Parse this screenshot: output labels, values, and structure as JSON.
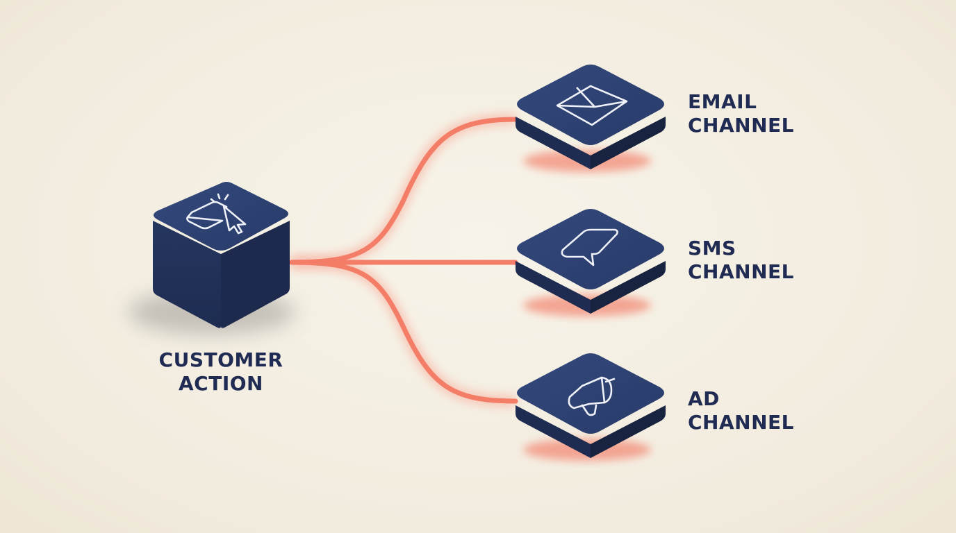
{
  "colors": {
    "background": "#f4efe2",
    "node_fill": "#263763",
    "node_top": "#2e4373",
    "node_side_dark": "#1d2b50",
    "connector": "#f37d67",
    "label_text": "#1f2b52",
    "icon_stroke": "#eef1f8"
  },
  "source": {
    "icon": "cursor-click-icon",
    "label_line1": "CUSTOMER",
    "label_line2": "ACTION"
  },
  "channels": [
    {
      "icon": "envelope-icon",
      "label_line1": "EMAIL",
      "label_line2": "CHANNEL"
    },
    {
      "icon": "chat-bubble-icon",
      "label_line1": "SMS",
      "label_line2": "CHANNEL"
    },
    {
      "icon": "megaphone-icon",
      "label_line1": "AD",
      "label_line2": "CHANNEL"
    }
  ]
}
